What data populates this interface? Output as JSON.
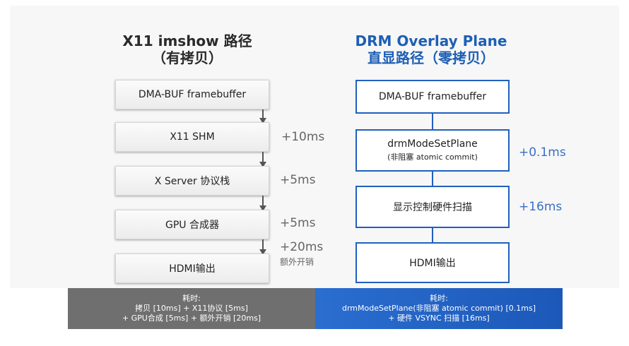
{
  "left": {
    "title_line1": "X11 imshow 路径",
    "title_line2": "（有拷贝）",
    "steps": [
      {
        "label": "DMA-BUF framebuffer",
        "latency": ""
      },
      {
        "label": "X11 SHM",
        "latency": "+10ms"
      },
      {
        "label": "X Server 协议栈",
        "latency": "+5ms"
      },
      {
        "label": "GPU 合成器",
        "latency": "+5ms"
      },
      {
        "label": "HDMI输出",
        "latency": "+20ms",
        "latency_note": "额外开销"
      }
    ],
    "footer": {
      "line1": "耗时:",
      "line2": "拷贝 [10ms] + X11协议 [5ms]",
      "line3": "+ GPU合成 [5ms] + 额外开销 [20ms]"
    }
  },
  "right": {
    "title_line1": "DRM Overlay Plane",
    "title_line2": "直显路径（零拷贝）",
    "steps": [
      {
        "label": "DMA-BUF framebuffer",
        "sub": "",
        "latency": ""
      },
      {
        "label": "drmModeSetPlane",
        "sub": "(非阻塞 atomic commit)",
        "latency": "+0.1ms"
      },
      {
        "label": "显示控制硬件扫描",
        "sub": "",
        "latency": "+16ms"
      },
      {
        "label": "HDMI输出",
        "sub": "",
        "latency": ""
      }
    ],
    "footer": {
      "line1": "耗时:",
      "line2": "drmModeSetPlane(非阻塞 atomic commit) [0.1ms]",
      "line3": "+ 硬件 VSYNC 扫描 [16ms]"
    }
  },
  "colors": {
    "left_accent": "#555555",
    "right_accent": "#2060c0",
    "left_footer": "#6f6f6f",
    "right_footer": "#1c58b8"
  }
}
